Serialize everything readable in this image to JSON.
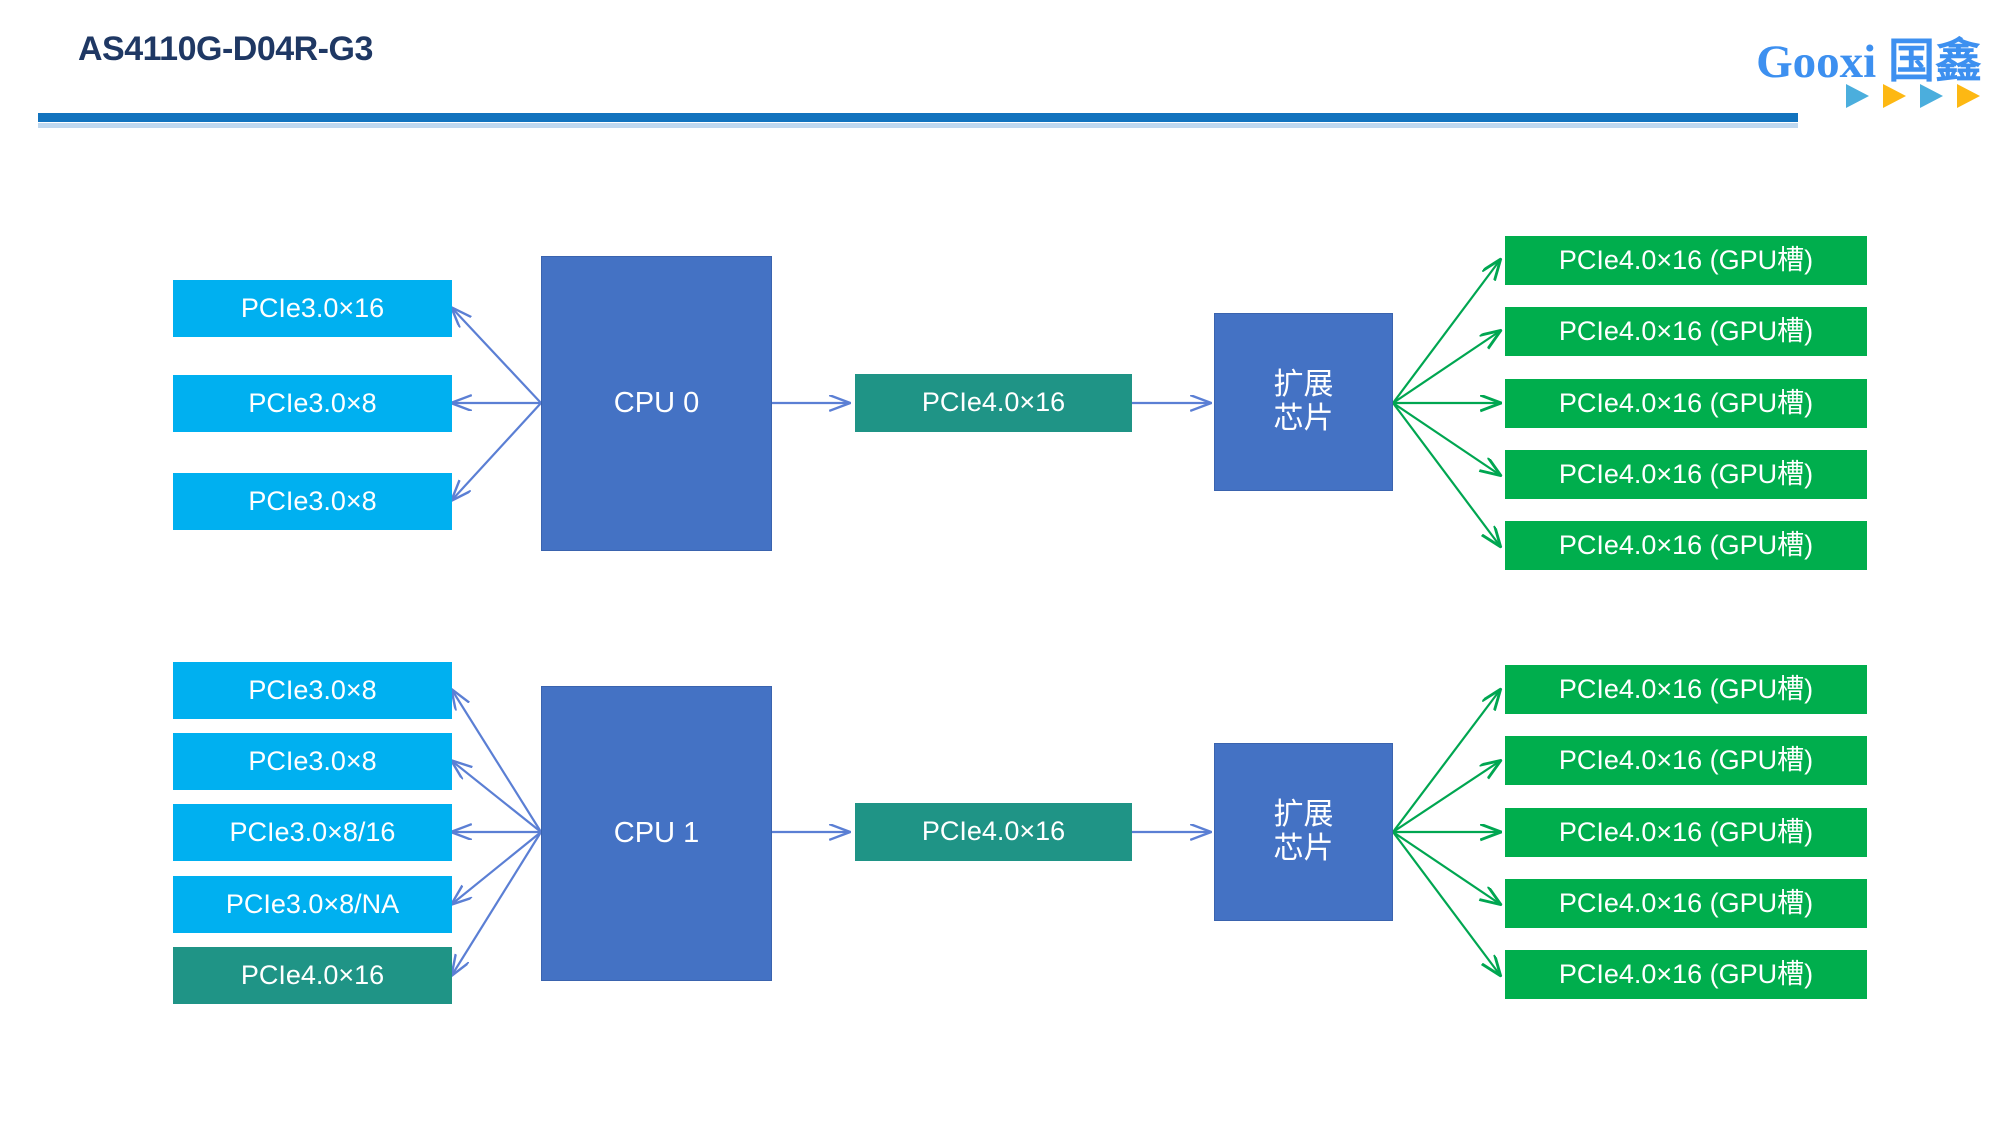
{
  "header": {
    "title": "AS4110G-D04R-G3",
    "rule_color": "#1273BE",
    "title_color": "#1F3864"
  },
  "logo": {
    "wordmark": "Gooxi 国鑫",
    "wordmark_color": "#3D90F0",
    "arrows": [
      {
        "name": "logo-arrow-1",
        "color": "#4BAEDD"
      },
      {
        "name": "logo-arrow-2",
        "color": "#FDB813"
      },
      {
        "name": "logo-arrow-3",
        "color": "#4BAEDD"
      },
      {
        "name": "logo-arrow-4",
        "color": "#FDB813"
      }
    ]
  },
  "palette": {
    "cyan": "#00B0F0",
    "teal": "#1F9486",
    "green": "#00AE4D",
    "cpu_blue": "#4472C4",
    "blue_arrow": "#5B7FD4",
    "green_arrow": "#00A651"
  },
  "diagram": {
    "groups": [
      {
        "id": "cpu0",
        "cpu_label": "CPU 0",
        "left_slots": [
          {
            "label": "PCIe3.0×16",
            "color": "cyan"
          },
          {
            "label": "PCIe3.0×8",
            "color": "cyan"
          },
          {
            "label": "PCIe3.0×8",
            "color": "cyan"
          }
        ],
        "uplink_label": "PCIe4.0×16",
        "chip_label_line1": "扩展",
        "chip_label_line2": "芯片",
        "gpu_slots": [
          {
            "label": "PCIe4.0×16 (GPU槽)"
          },
          {
            "label": "PCIe4.0×16 (GPU槽)"
          },
          {
            "label": "PCIe4.0×16 (GPU槽)"
          },
          {
            "label": "PCIe4.0×16 (GPU槽)"
          },
          {
            "label": "PCIe4.0×16 (GPU槽)"
          }
        ]
      },
      {
        "id": "cpu1",
        "cpu_label": "CPU 1",
        "left_slots": [
          {
            "label": "PCIe3.0×8",
            "color": "cyan"
          },
          {
            "label": "PCIe3.0×8",
            "color": "cyan"
          },
          {
            "label": "PCIe3.0×8/16",
            "color": "cyan"
          },
          {
            "label": "PCIe3.0×8/NA",
            "color": "cyan"
          },
          {
            "label": "PCIe4.0×16",
            "color": "teal"
          }
        ],
        "uplink_label": "PCIe4.0×16",
        "chip_label_line1": "扩展",
        "chip_label_line2": "芯片",
        "gpu_slots": [
          {
            "label": "PCIe4.0×16 (GPU槽)"
          },
          {
            "label": "PCIe4.0×16 (GPU槽)"
          },
          {
            "label": "PCIe4.0×16 (GPU槽)"
          },
          {
            "label": "PCIe4.0×16 (GPU槽)"
          },
          {
            "label": "PCIe4.0×16 (GPU槽)"
          }
        ]
      }
    ]
  }
}
